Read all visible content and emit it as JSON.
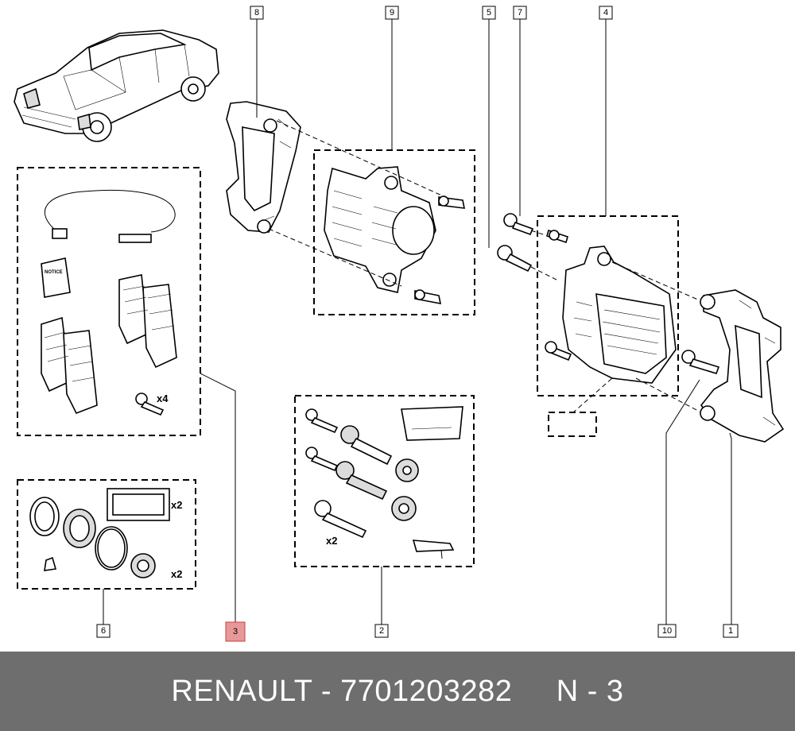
{
  "callouts": [
    {
      "id": "c8",
      "label": "8"
    },
    {
      "id": "c9",
      "label": "9"
    },
    {
      "id": "c5",
      "label": "5"
    },
    {
      "id": "c7",
      "label": "7"
    },
    {
      "id": "c4",
      "label": "4"
    },
    {
      "id": "c6",
      "label": "6"
    },
    {
      "id": "c3",
      "label": "3"
    },
    {
      "id": "c2",
      "label": "2"
    },
    {
      "id": "c10",
      "label": "10"
    },
    {
      "id": "c1",
      "label": "1"
    }
  ],
  "quantities": {
    "kit3_bolts": "x4",
    "kit6_grease": "x2",
    "kit6_boots": "x2",
    "kit2_pins": "x2"
  },
  "notice_label": "NOTICE",
  "footer": {
    "brand": "RENAULT",
    "separator": " - ",
    "part_number": "7701203282",
    "spacer": "     ",
    "reference": "N - 3"
  },
  "colors": {
    "footer_bg": "#6e6e6e",
    "highlight_fill": "#e89898",
    "highlight_stroke": "#c84040"
  }
}
